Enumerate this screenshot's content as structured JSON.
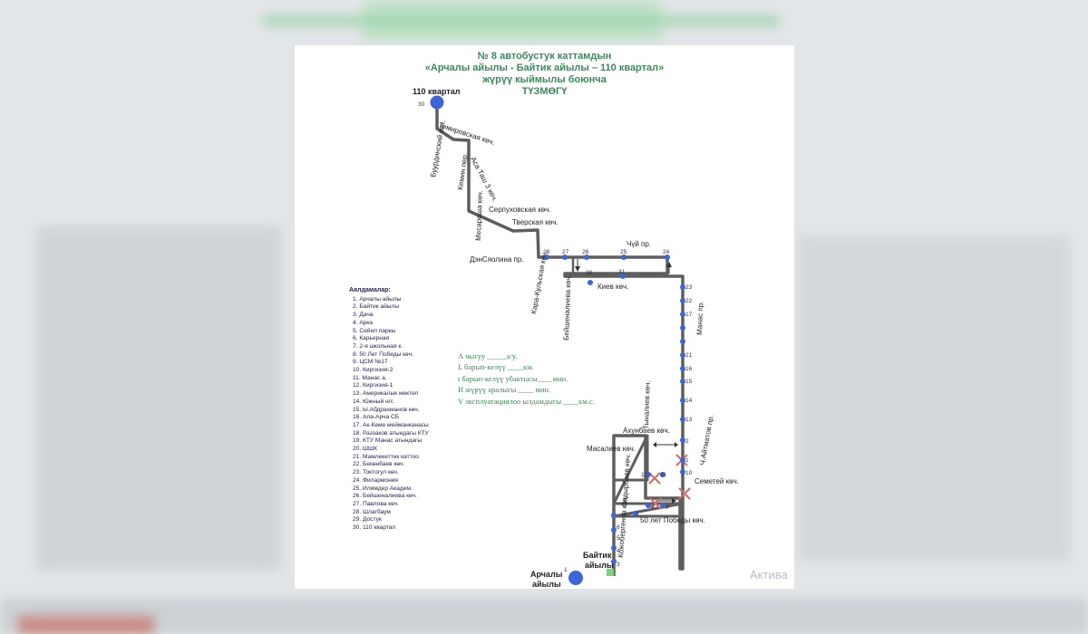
{
  "document": {
    "title_line1": "№ 8  автобустук каттамдын",
    "title_line2": "«Арчалы айылы - Байтик айылы – 110 квартал»",
    "title_line3": "жүрүү кыймылы боюнча",
    "title_line4": "ТҮЗМӨГҮ"
  },
  "map": {
    "terminal_top": "110 квартал",
    "terminal_top_num": "30",
    "terminal_bottom_line1": "Арчалы",
    "terminal_bottom_line2": "айылы",
    "terminal_bottom_num": "1",
    "baitik_line1": "Байтик",
    "baitik_line2": "айылы",
    "streets": {
      "buurdinskiy": "Буурдинский көч.",
      "temirovskaya": "Темировская көч.",
      "kemin": "Кемин пер.",
      "asa_tash": "Аса Таш 3 көч.",
      "mesarosha": "Месароша көч.",
      "serpukhovskaya": "Серпуховская көч.",
      "tverskaya": "Тверская көч.",
      "densyaolina": "ДэнСяолина пр.",
      "kara_kulskaya": "Кара-Кульская көч.",
      "chuy": "Чүй пр.",
      "beishenalieva": "Бейшеналиева көч.",
      "kiev": "Киев көч.",
      "manas": "Манас пр.",
      "tynaliev": "Тыналиев көч.",
      "akhunbaev": "Ахунбаев көч.",
      "aitmatov": "Ч.Айтматов пр.",
      "masaliev": "Масалиев көч.",
      "semetey": "Семетей көч.",
      "sadyrbaev": "Садырбаев көч.",
      "kozhobergenov": "Кожобергенов көч.",
      "pobedy": "50 лет Победы көч."
    },
    "stop_numbers": {
      "s28": "28",
      "s27": "27",
      "s26": "26",
      "s25": "25",
      "s24": "24",
      "s30": "30",
      "s31": "31",
      "s23": "23",
      "s22": "22",
      "s17": "17",
      "s21": "21",
      "s16": "16",
      "s15": "15",
      "s14": "14",
      "s13": "13",
      "s2": "2",
      "s1": "1",
      "s10": "10",
      "s11": "11",
      "s12": "12",
      "s9": "9",
      "s8": "8",
      "s7": "7",
      "s6": "6",
      "s5": "5",
      "s4": "4",
      "s3": "3"
    }
  },
  "legend": {
    "title": "Аялдамалар:",
    "items": [
      "1. Арчалы айылы",
      "2. Байтик айылы",
      "3. Дача",
      "4. Арка",
      "5. Сейил паркы",
      "6. Карьерная",
      "7. 2-я школьная к.",
      "8. 50 Лет Победы көч.",
      "9. ЦСМ №17",
      "10. Киргизия-2",
      "11. Манас а.",
      "12. Киргизия-1",
      "13. Америкалык мектеп",
      "14. Южный н/с",
      "15. Ы.Абдрахманов көч.",
      "16. Ала-Арча СБ",
      "17. Ак-Кеме мейманканасы",
      "18. Раззаков атындагы КТУ",
      "19. КТУ Манас атындагы",
      "20. ШШК",
      "21. Мамлекеттик каттоо",
      "22. Бекөнбаев көч.",
      "23. Токтогул көч.",
      "24. Филармония",
      "25. Илимдер Академ.",
      "26. Бейшеналиева көч.",
      "27. Павлова көч.",
      "28. Шлагбаум",
      "29. Достук",
      "30. 110 квартал"
    ]
  },
  "info": {
    "lines": [
      "А чыгуу  _____а/у.",
      "L барып-келүү  ____км.",
      "t барып-келүү убактысы____мин.",
      "И жүрүү аралыгы ____      мин.",
      "V эксплуатациялоо ылдамдыгы ____км.с."
    ]
  },
  "page": {
    "watermark": "Актива"
  },
  "colors": {
    "route": "#5e5e5e",
    "stop": "#3a66d9",
    "title": "#3b8a5b",
    "cross": "#d96a6a"
  }
}
